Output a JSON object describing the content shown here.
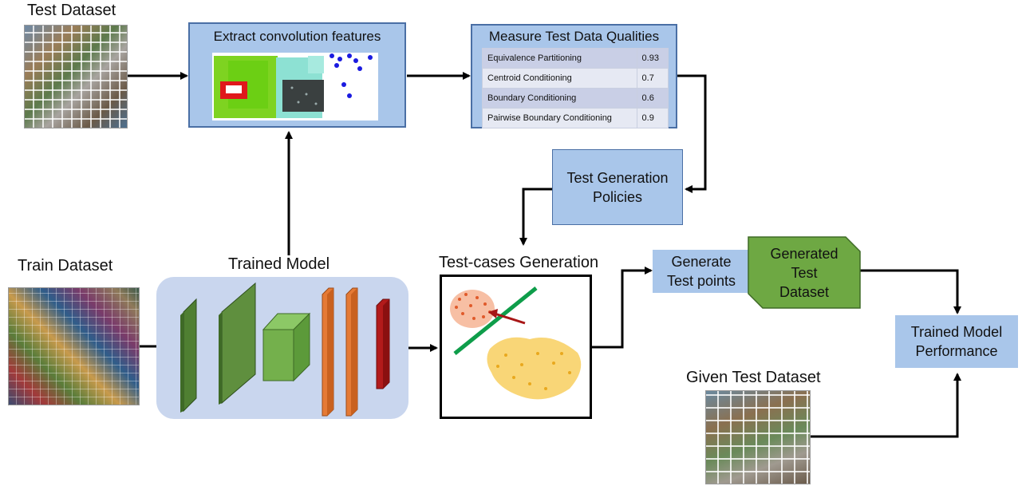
{
  "labels": {
    "test_dataset": "Test Dataset",
    "train_dataset": "Train Dataset",
    "trained_model": "Trained Model",
    "test_cases_generation": "Test-cases Generation",
    "given_test_dataset": "Given Test Dataset"
  },
  "boxes": {
    "extract_features": "Extract convolution features",
    "measure_qualities": "Measure Test Data Qualities",
    "test_generation_policies": [
      "Test Generation",
      "Policies"
    ],
    "generate_test_points": [
      "Generate",
      "Test points"
    ],
    "generated_test_dataset": [
      "Generated",
      "Test",
      "Dataset"
    ],
    "trained_model_performance": [
      "Trained Model",
      "Performance"
    ]
  },
  "qualities": [
    {
      "name": "Equivalence Partitioning",
      "value": "0.93"
    },
    {
      "name": "Centroid Conditioning",
      "value": "0.7"
    },
    {
      "name": "Boundary Conditioning",
      "value": "0.6"
    },
    {
      "name": "Pairwise Boundary Conditioning",
      "value": "0.9"
    }
  ],
  "colors": {
    "box_blue": "#a9c6ea",
    "box_border": "#4a6fa5",
    "model_bg": "#c9d6ee",
    "green_layer": "#5f8f3e",
    "green_cube": "#74b04c",
    "orange_layer": "#e57a35",
    "red_layer": "#b21b1b",
    "generated_green": "#6ea843",
    "arrow": "#000000"
  }
}
